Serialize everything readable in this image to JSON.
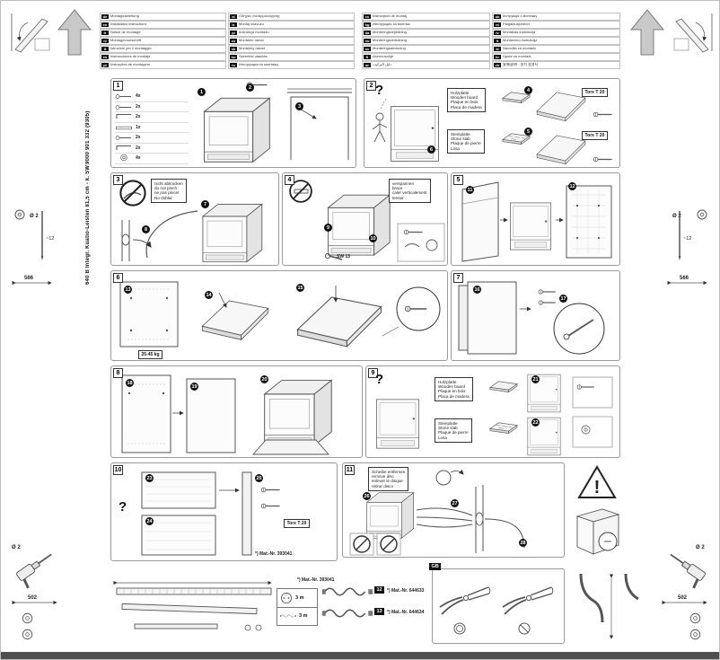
{
  "symbols": {
    "question": "?",
    "warning": "!"
  },
  "legend": {
    "left": {
      "col1": [
        {
          "code": "de",
          "label": "Montageanleitung"
        },
        {
          "code": "en",
          "label": "Installation instructions"
        },
        {
          "code": "fr",
          "label": "Notice de montage"
        },
        {
          "code": "nl",
          "label": "Montagevoorschrift"
        },
        {
          "code": "it",
          "label": "Istruzioni per il montaggio"
        },
        {
          "code": "es",
          "label": "Instrucciones de montaje"
        },
        {
          "code": "pt",
          "label": "Instruções de montagem"
        }
      ],
      "col2": [
        {
          "code": "el",
          "label": "Οδηγίες συναρμολόγησης"
        },
        {
          "code": "tr",
          "label": "Montaj kılavuzu"
        },
        {
          "code": "pl",
          "label": "Instrukcja montażu"
        },
        {
          "code": "cs",
          "label": "Montážní návod"
        },
        {
          "code": "sk",
          "label": "Montážny návod"
        },
        {
          "code": "hu",
          "label": "Szerelési utasítás"
        },
        {
          "code": "ru",
          "label": "Инструкция по монтажу"
        }
      ]
    },
    "right": {
      "col1": [
        {
          "code": "ro",
          "label": "Instrucţiuni de montaj"
        },
        {
          "code": "bg",
          "label": "Инструкция за монтаж"
        },
        {
          "code": "da",
          "label": "Monteringsvejledning"
        },
        {
          "code": "no",
          "label": "Monteringsveiledning"
        },
        {
          "code": "sv",
          "label": "Monteringsanvisning"
        },
        {
          "code": "fi",
          "label": "Asennusohje"
        },
        {
          "code": "ar",
          "label": "دليل التركيب"
        }
      ],
      "col2": [
        {
          "code": "uk",
          "label": "Інструкція з монтажу"
        },
        {
          "code": "et",
          "label": "Paigaldusjuhend"
        },
        {
          "code": "lv",
          "label": "Montāžas instrukcija"
        },
        {
          "code": "lt",
          "label": "Montavimo instrukcija"
        },
        {
          "code": "sl",
          "label": "Navodila za montažo"
        },
        {
          "code": "hr",
          "label": "Upute za montažu"
        },
        {
          "code": "zh",
          "label": "安装说明 · 설치 설명서"
        }
      ]
    }
  },
  "spine": {
    "model": "640 B Integr. Kuatio-Leisten 81,5 cm - k. SW",
    "number": "9000 901 332 (9305)"
  },
  "tools": {
    "diameter": "Ø 2",
    "depth": "~12",
    "length_top": "566",
    "length_bottom": "502"
  },
  "boards": {
    "wood": [
      "Holzplatte",
      "Wooden board",
      "Plaque en bois",
      "Placa de madera"
    ],
    "stone": [
      "Steinplatte",
      "Stone slab",
      "Plaque de pierre",
      "Losa"
    ]
  },
  "notes": {
    "pinch": [
      "nicht abknicken",
      "do not pinch",
      "ne pas pincer",
      "No doblar"
    ],
    "brace": [
      "verspannen",
      "brace",
      "caler verticalement",
      "tensar"
    ],
    "disc": [
      "Scheibe entfernen",
      "remove disc",
      "enlever le disque",
      "retirar disco"
    ]
  },
  "labels": {
    "torx": "Torx T 20",
    "wrench": "SW 13",
    "weight": "25-45 kg",
    "gb": "GB",
    "cord_length": "3 m",
    "hose_length": "3 m"
  },
  "parts_list": [
    {
      "icon": "screw-icon",
      "count": "4x"
    },
    {
      "icon": "screw-icon",
      "count": "2x"
    },
    {
      "icon": "bracket-icon",
      "count": "2x"
    },
    {
      "icon": "strip-icon",
      "count": "1x"
    },
    {
      "icon": "screw-icon",
      "count": "2x"
    },
    {
      "icon": "bracket-icon",
      "count": "2x"
    },
    {
      "icon": "washer-icon",
      "count": "4x"
    }
  ],
  "mat_numbers": {
    "strip": "*) Mat.-Nr. 393041",
    "tag12": "12",
    "hose12": "*) Mat.-Nr. 644633",
    "tag13": "13",
    "hose13": "*) Mat.-Nr. 644634"
  },
  "steps": [
    {
      "num": "1",
      "marks": [
        "1",
        "2",
        "3"
      ]
    },
    {
      "num": "2",
      "marks": [
        "4",
        "5",
        "6"
      ]
    },
    {
      "num": "3",
      "marks": [
        "7",
        "8"
      ]
    },
    {
      "num": "4",
      "marks": [
        "9",
        "10"
      ]
    },
    {
      "num": "5",
      "marks": [
        "11",
        "12"
      ]
    },
    {
      "num": "6",
      "marks": [
        "13",
        "14",
        "15"
      ]
    },
    {
      "num": "7",
      "marks": [
        "16",
        "17"
      ]
    },
    {
      "num": "8",
      "marks": [
        "18",
        "19",
        "20"
      ]
    },
    {
      "num": "9",
      "marks": [
        "21",
        "22"
      ]
    },
    {
      "num": "10",
      "marks": [
        "23",
        "24",
        "25"
      ]
    },
    {
      "num": "11",
      "marks": [
        "26",
        "27",
        "28"
      ]
    }
  ]
}
